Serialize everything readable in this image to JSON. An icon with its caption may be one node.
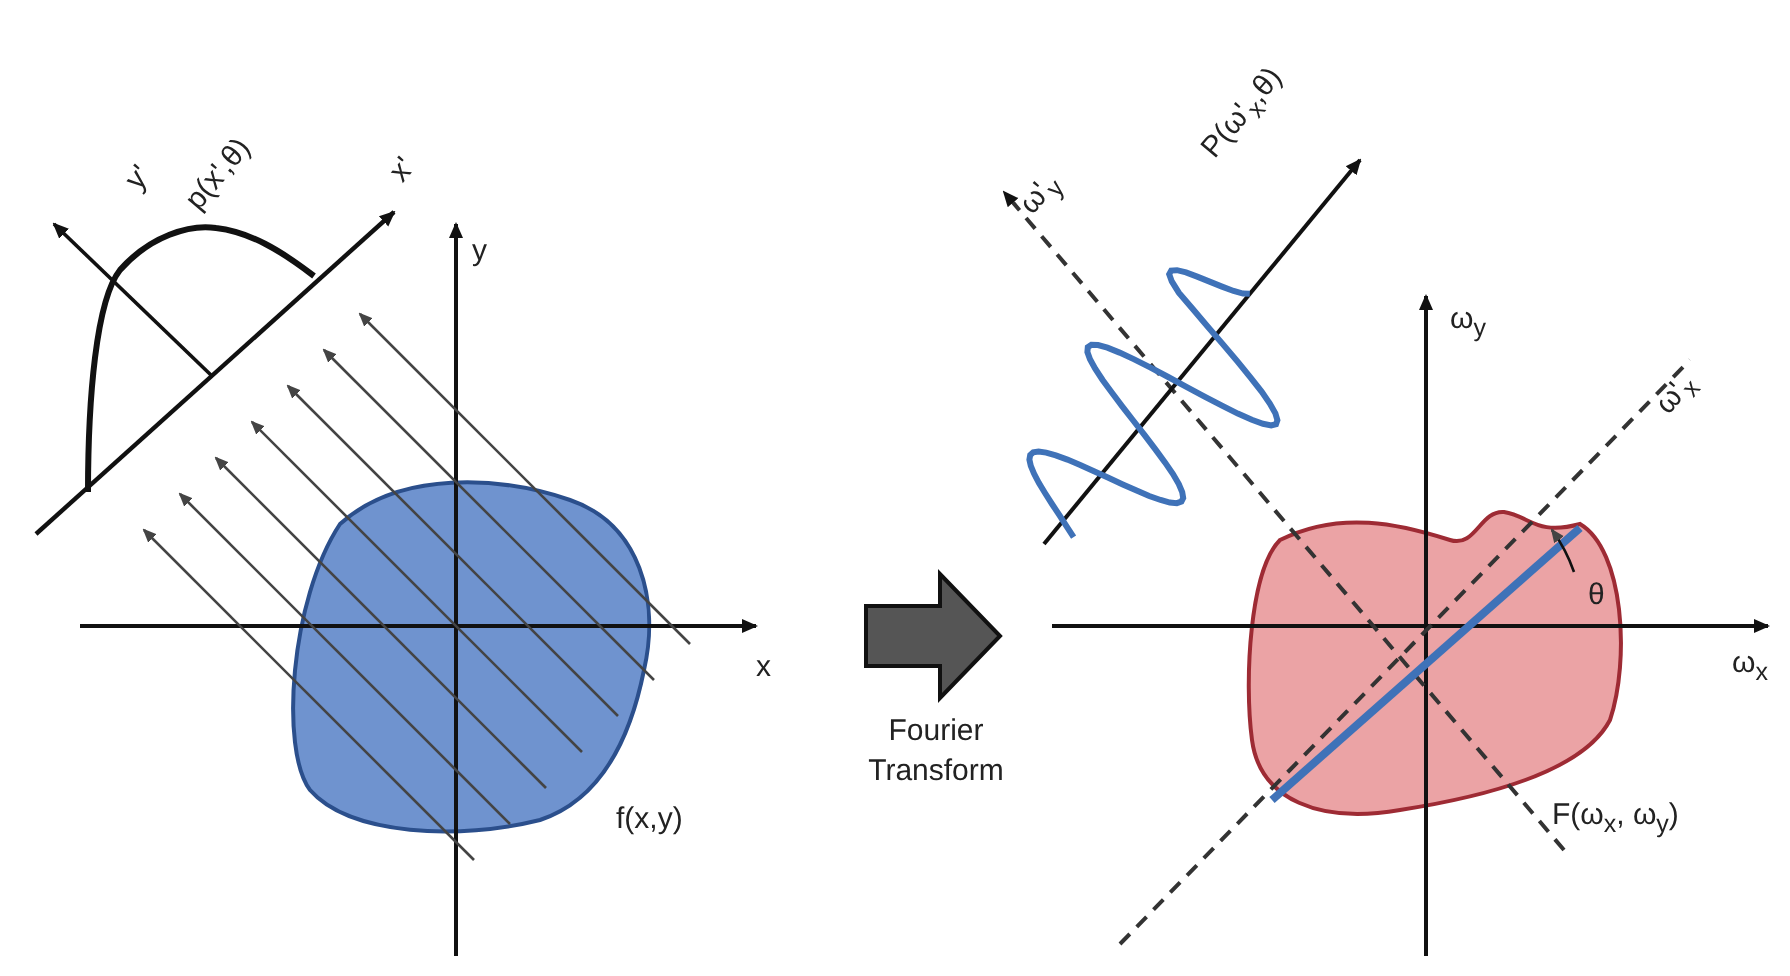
{
  "diagram": {
    "labels": [
      "y'",
      "p(x',θ)",
      "x'",
      "P(ω'$_{x}$,θ)",
      "ω'$_{y}$",
      "y",
      "ω$_{y}$",
      "ω'$_{x}$",
      "θ",
      "x",
      "ω$_{x}$",
      "f(x,y)",
      "Fourier Transform",
      "F(ω$_{x}$, ω$_{y}$)"
    ]
  }
}
